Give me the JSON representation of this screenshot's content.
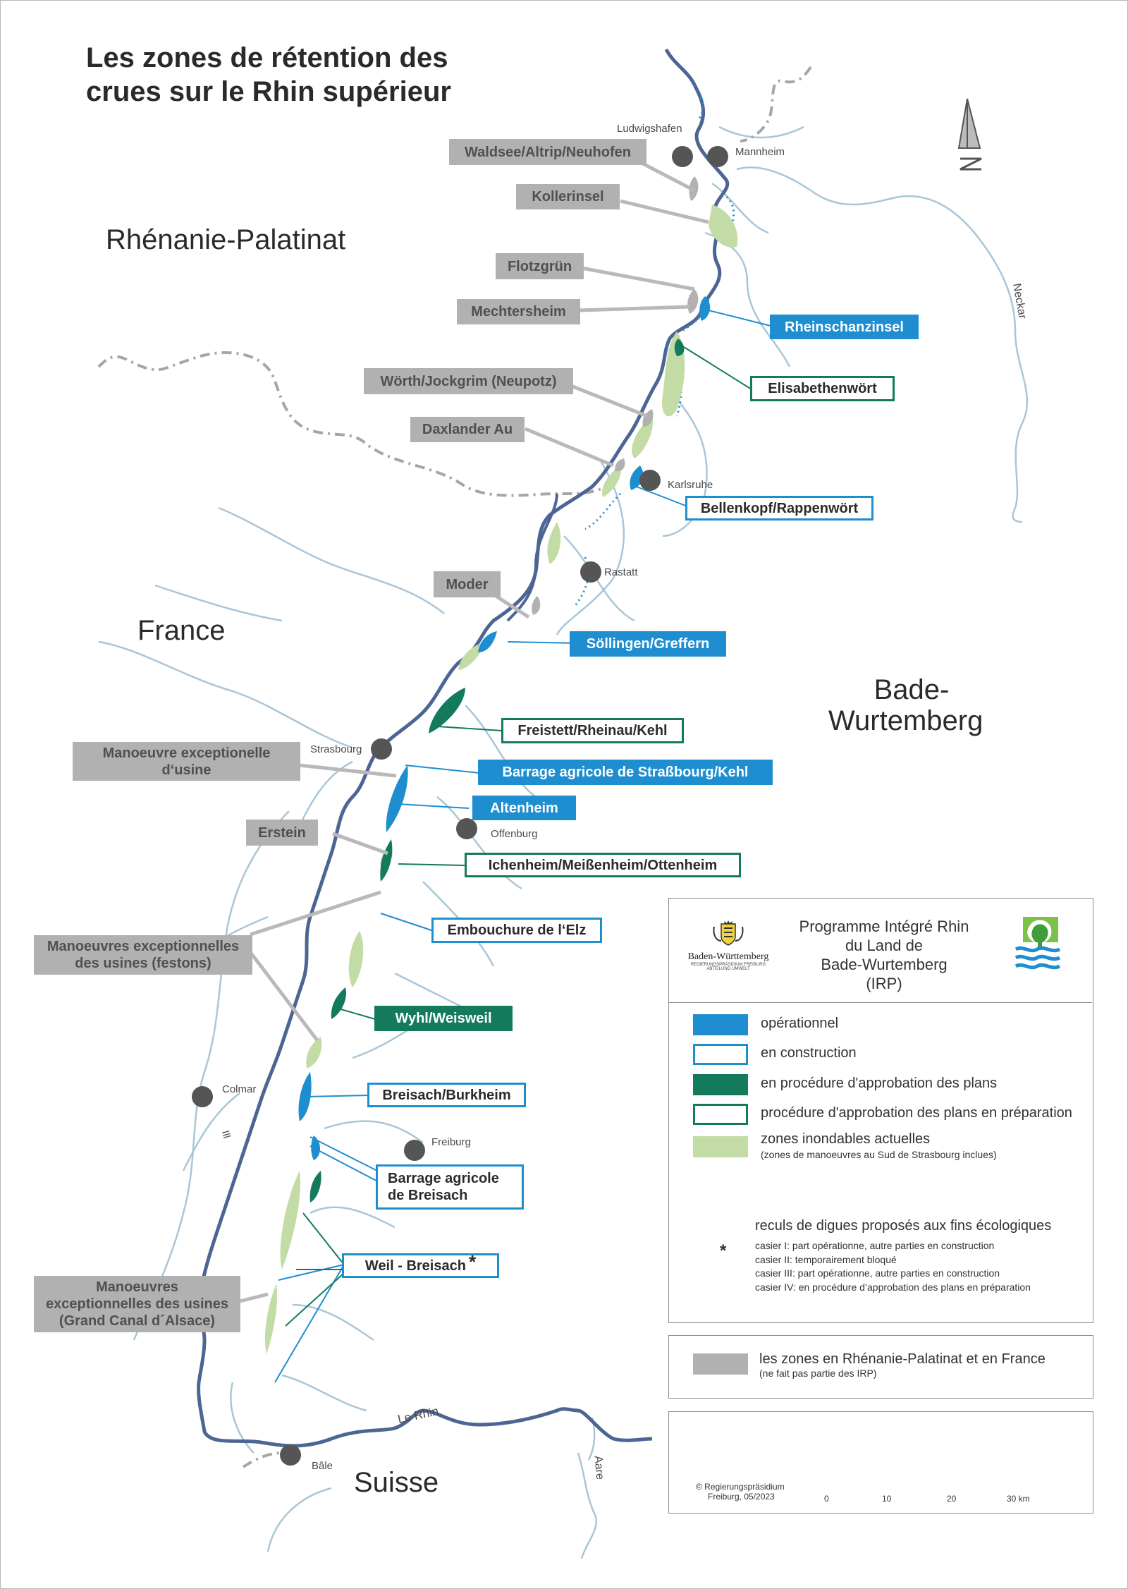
{
  "title_line1": "Les zones de rétention des",
  "title_line2": "crues sur le Rhin supérieur",
  "regions": {
    "rlp": "Rhénanie-Palatinat",
    "france": "France",
    "bw_line1": "Bade-",
    "bw_line2": "Wurtemberg",
    "ch": "Suisse"
  },
  "cities": {
    "ludwigshafen": "Ludwigshafen",
    "mannheim": "Mannheim",
    "karlsruhe": "Karlsruhe",
    "rastatt": "Rastatt",
    "strasbourg": "Strasbourg",
    "offenburg": "Offenburg",
    "colmar": "Colmar",
    "freiburg": "Freiburg",
    "bale": "Bâle"
  },
  "rivers": {
    "neckar": "Neckar",
    "rhin": "Le Rhin",
    "aare": "Aare",
    "ill": "Ill"
  },
  "zones_gray": {
    "waldsee": "Waldsee/Altrip/Neuhofen",
    "kollerinsel": "Kollerinsel",
    "flotzgruen": "Flotzgrün",
    "mechtersheim": "Mechtersheim",
    "woerth": "Wörth/Jockgrim (Neupotz)",
    "daxlander": "Daxlander Au",
    "moder": "Moder",
    "manoeuvre_usine_1": "Manoeuvre exceptionelle",
    "manoeuvre_usine_2": "d‘usine",
    "erstein": "Erstein",
    "festons_1": "Manoeuvres exceptionnelles",
    "festons_2": "des usines (festons)",
    "grand_canal_1": "Manoeuvres",
    "grand_canal_2": "exceptionnelles des usines",
    "grand_canal_3": "(Grand Canal d´Alsace)"
  },
  "zones_irp": {
    "rheinschanzinsel": "Rheinschanzinsel",
    "elisabethenwoert": "Elisabethenwört",
    "bellenkopf": "Bellenkopf/Rappenwört",
    "soellingen": "Söllingen/Greffern",
    "freistett": "Freistett/Rheinau/Kehl",
    "barrage_strasbourg": "Barrage agricole de Straßbourg/Kehl",
    "altenheim": "Altenheim",
    "ichenheim": "Ichenheim/Meißenheim/Ottenheim",
    "elz": "Embouchure de l‘Elz",
    "wyhl": "Wyhl/Weisweil",
    "breisach_burkheim": "Breisach/Burkheim",
    "barrage_breisach_1": "Barrage agricole",
    "barrage_breisach_2": "de Breisach",
    "weil_breisach": "Weil - Breisach",
    "weil_star": "*"
  },
  "legend": {
    "irp_1": "Programme Intégré Rhin",
    "irp_2": "du Land de",
    "irp_3": "Bade-Wurtemberg",
    "irp_4": "(IRP)",
    "bw_logo_text": "Baden-Württemberg",
    "bw_logo_sub1": "REGIERUNGSPRÄSIDIUM FREIBURG",
    "bw_logo_sub2": "ABTEILUNG UMWELT",
    "operational": "opérationnel",
    "construction": "en construction",
    "approval": "en procédure d'approbation des plans",
    "preparation": "procédure d'approbation des plans en préparation",
    "flood_zones": "zones inondables actuelles",
    "flood_zones_note": "(zones de manoeuvres au Sud de Strasbourg inclues)",
    "dikes": "reculs de digues proposés aux fins écologiques",
    "star": "*",
    "casier1": "casier I:   part opérationne, autre parties en construction",
    "casier2": "casier II:  temporairement bloqué",
    "casier3": "casier III: part opérationne, autre parties en construction",
    "casier4": "casier IV: en procédure  d’approbation des plans en préparation",
    "rlp_fr_zones": "les zones en Rhénanie-Palatinat et en France",
    "rlp_fr_note": "(ne fait pas partie des IRP)",
    "copyright_1": "© Regierungspräsidium",
    "copyright_2": "Freiburg,  05/2023",
    "scale": [
      "0",
      "10",
      "20",
      "30 km"
    ]
  },
  "colors": {
    "operational": "#1e8ed0",
    "approval": "#147a5c",
    "flood": "#c3dca6",
    "gray_zone": "#b1b1b1",
    "rhine": "#4d6594",
    "tributary": "#a9c6d8"
  }
}
